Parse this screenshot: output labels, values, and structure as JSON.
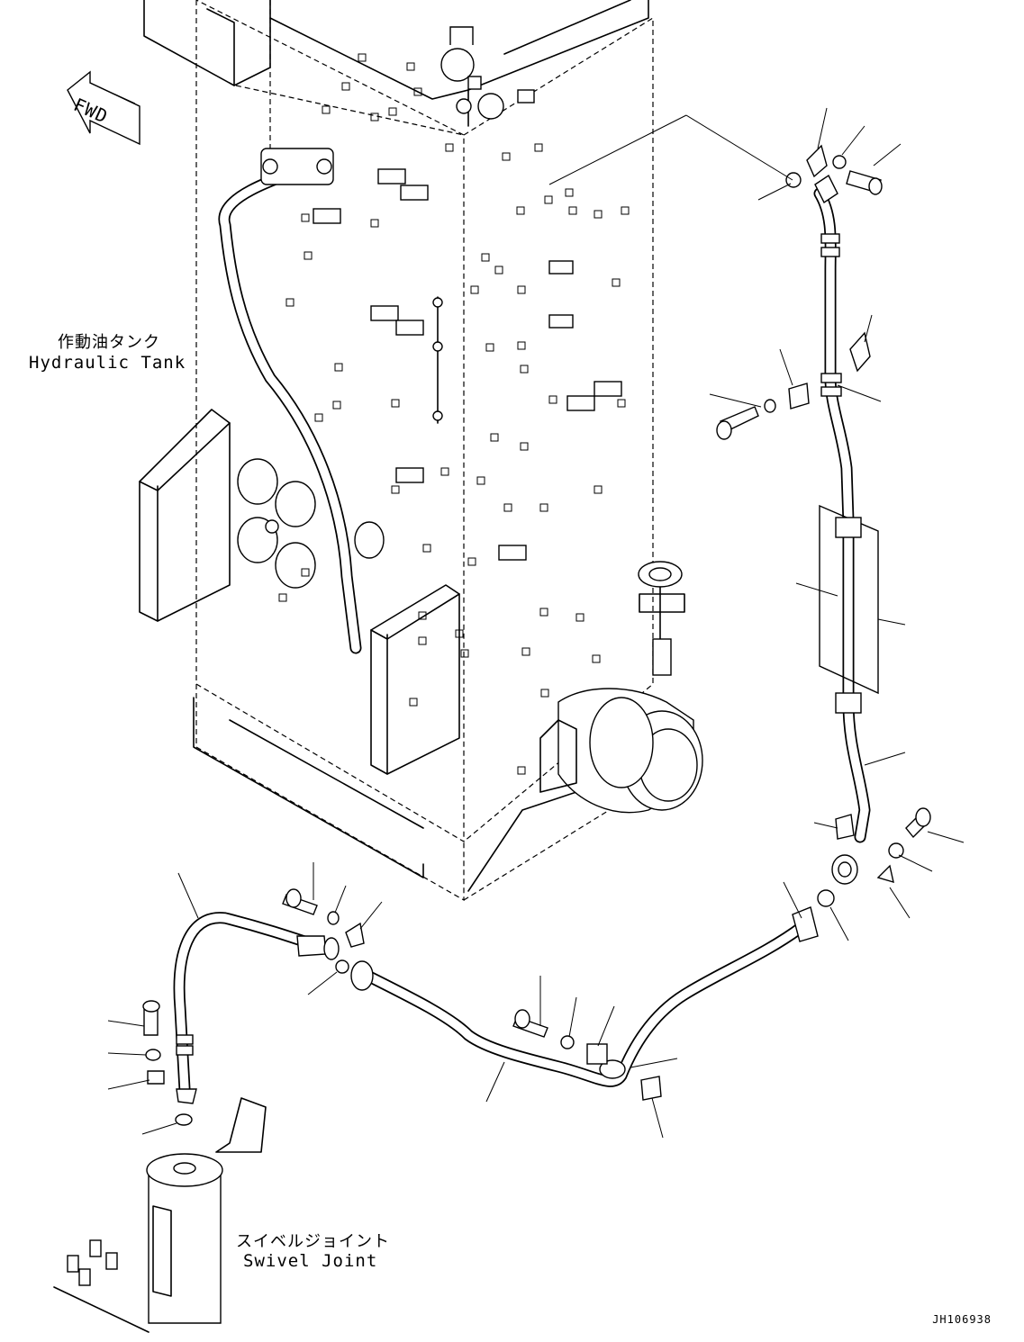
{
  "labels": {
    "tank_ja": "作動油タンク",
    "tank_en": "Hydraulic Tank",
    "swivel_ja": "スイベルジョイント",
    "swivel_en": "Swivel Joint",
    "fwd": "FWD"
  },
  "drawing_code": "JH106938"
}
